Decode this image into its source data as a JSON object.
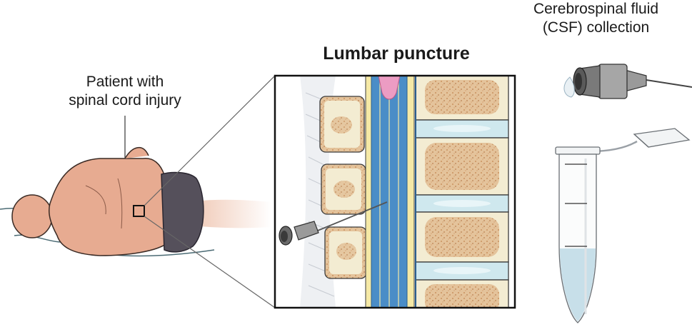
{
  "labels": {
    "patient_line1": "Patient with",
    "patient_line2": "spinal cord injury",
    "procedure_title": "Lumbar puncture",
    "csf_line1": "Cerebrospinal fluid",
    "csf_line2": "(CSF) collection"
  },
  "colors": {
    "skin": "#e7ab91",
    "skin_outline": "#3a2a24",
    "shorts": "#55505b",
    "bone": "#f3ecd2",
    "bone_spongy": "#d9a77b",
    "disc": "#cfe8ee",
    "csf_blue": "#4a8dc7",
    "dura_yellow": "#f5e9a6",
    "cord_pink": "#ec9cc3",
    "needle_gray": "#8e8e8e",
    "tube_fluid": "#c7dfe9"
  }
}
